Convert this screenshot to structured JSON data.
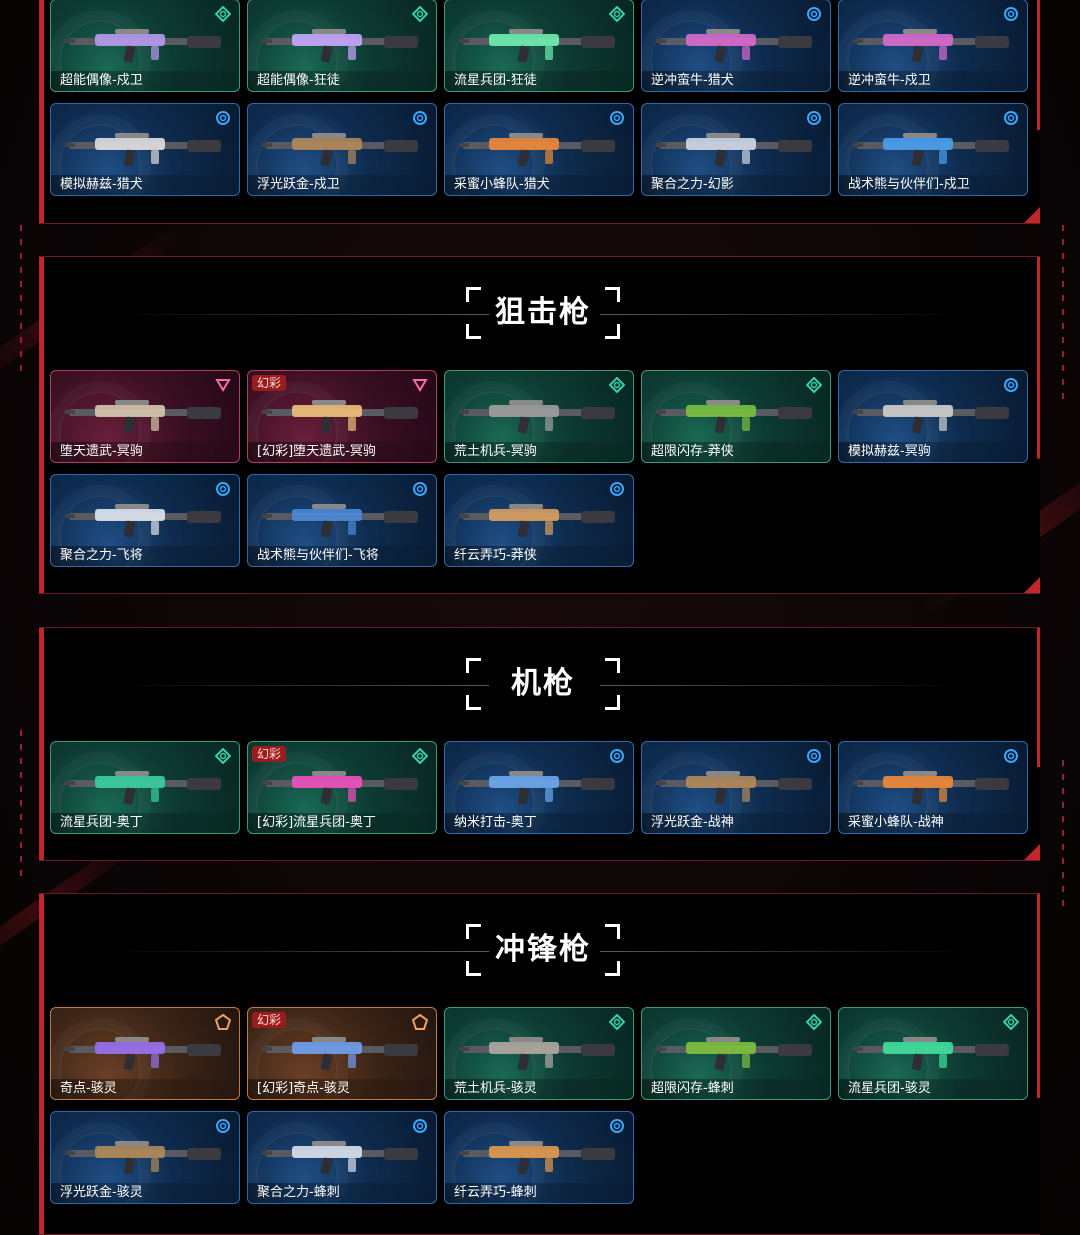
{
  "sections": [
    {
      "title": "",
      "cards": [
        {
          "name": "超能偶像-戍卫",
          "tier": "green",
          "badge": "",
          "accent": "#b89bf0"
        },
        {
          "name": "超能偶像-狂徒",
          "tier": "green",
          "badge": "",
          "accent": "#c7a7ff"
        },
        {
          "name": "流星兵团-狂徒",
          "tier": "green",
          "badge": "",
          "accent": "#6ef0b0"
        },
        {
          "name": "逆冲蛮牛-猎犬",
          "tier": "blue",
          "badge": "",
          "accent": "#d86ad0"
        },
        {
          "name": "逆冲蛮牛-戍卫",
          "tier": "blue",
          "badge": "",
          "accent": "#d86ad0"
        },
        {
          "name": "模拟赫兹-猎犬",
          "tier": "blue",
          "badge": "",
          "accent": "#e0e0e0"
        },
        {
          "name": "浮光跃金-戍卫",
          "tier": "blue",
          "badge": "",
          "accent": "#b08a5a"
        },
        {
          "name": "采蜜小蜂队-猎犬",
          "tier": "blue",
          "badge": "",
          "accent": "#f08a3a"
        },
        {
          "name": "聚合之力-幻影",
          "tier": "blue",
          "badge": "",
          "accent": "#cfd8e8"
        },
        {
          "name": "战术熊与伙伴们-戍卫",
          "tier": "blue",
          "badge": "",
          "accent": "#4aa0f0"
        }
      ]
    },
    {
      "title": "狙击枪",
      "cards": [
        {
          "name": "堕天遗武-冥驹",
          "tier": "pink",
          "badge": "",
          "accent": "#d8c8b0"
        },
        {
          "name": "[幻彩]堕天遗武-冥驹",
          "tier": "pink",
          "badge": "幻彩",
          "accent": "#f0c07a"
        },
        {
          "name": "荒土机兵-冥驹",
          "tier": "green",
          "badge": "",
          "accent": "#a0a0a0"
        },
        {
          "name": "超限闪存-莽侠",
          "tier": "green",
          "badge": "",
          "accent": "#7ac040"
        },
        {
          "name": "模拟赫兹-冥驹",
          "tier": "blue",
          "badge": "",
          "accent": "#d0d0d0"
        },
        {
          "name": "聚合之力-飞将",
          "tier": "blue",
          "badge": "",
          "accent": "#e0e6f0"
        },
        {
          "name": "战术熊与伙伴们-飞将",
          "tier": "blue",
          "badge": "",
          "accent": "#4a8ad8"
        },
        {
          "name": "纤云弄巧-莽侠",
          "tier": "blue",
          "badge": "",
          "accent": "#d8a060"
        }
      ]
    },
    {
      "title": "机枪",
      "cards": [
        {
          "name": "流星兵团-奥丁",
          "tier": "green",
          "badge": "",
          "accent": "#3ad0a0"
        },
        {
          "name": "[幻彩]流星兵团-奥丁",
          "tier": "green",
          "badge": "幻彩",
          "accent": "#f050c0"
        },
        {
          "name": "纳米打击-奥丁",
          "tier": "blue",
          "badge": "",
          "accent": "#6aa8f0"
        },
        {
          "name": "浮光跃金-战神",
          "tier": "blue",
          "badge": "",
          "accent": "#b08a5a"
        },
        {
          "name": "采蜜小蜂队-战神",
          "tier": "blue",
          "badge": "",
          "accent": "#f08a3a"
        }
      ]
    },
    {
      "title": "冲锋枪",
      "cards": [
        {
          "name": "奇点-骇灵",
          "tier": "orange",
          "badge": "",
          "accent": "#9a70f0"
        },
        {
          "name": "[幻彩]奇点-骇灵",
          "tier": "orange",
          "badge": "幻彩",
          "accent": "#70a0f0"
        },
        {
          "name": "荒土机兵-骇灵",
          "tier": "green",
          "badge": "",
          "accent": "#b0a8a0"
        },
        {
          "name": "超限闪存-蜂刺",
          "tier": "green",
          "badge": "",
          "accent": "#80c040"
        },
        {
          "name": "流星兵团-骇灵",
          "tier": "green",
          "badge": "",
          "accent": "#40e0a0"
        },
        {
          "name": "浮光跃金-骇灵",
          "tier": "blue",
          "badge": "",
          "accent": "#b08a5a"
        },
        {
          "name": "聚合之力-蜂刺",
          "tier": "blue",
          "badge": "",
          "accent": "#d8e0f0"
        },
        {
          "name": "纤云弄巧-蜂刺",
          "tier": "blue",
          "badge": "",
          "accent": "#e09a50"
        }
      ]
    }
  ]
}
